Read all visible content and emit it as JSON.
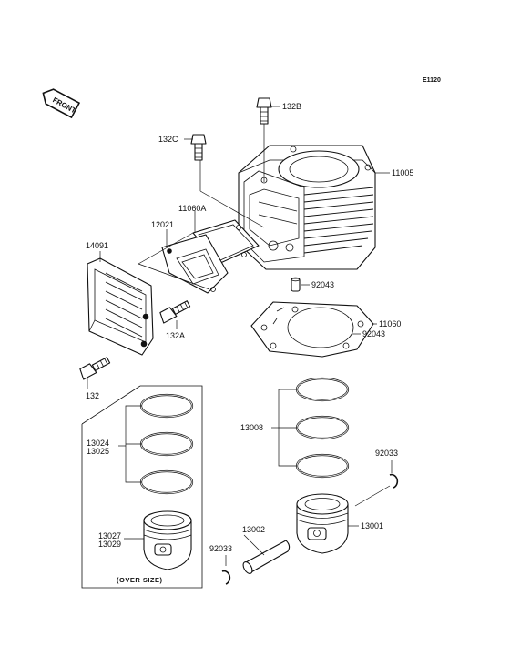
{
  "diagram_code": "E1120",
  "front_label": "FRONT",
  "labels": {
    "p132B": "132B",
    "p132C": "132C",
    "p11005": "11005",
    "p11060A": "11060A",
    "p12021": "12021",
    "p14091": "14091",
    "p92043a": "92043",
    "p11060": "11060",
    "p132A": "132A",
    "p92043b": "92043",
    "p132": "132",
    "p13024": "13024",
    "p13025": "13025",
    "p13008": "13008",
    "p92033a": "92033",
    "p13027": "13027",
    "p13029": "13029",
    "p13002": "13002",
    "p13001": "13001",
    "p92033b": "92033"
  },
  "oversize_caption": "(OVER SIZE)"
}
